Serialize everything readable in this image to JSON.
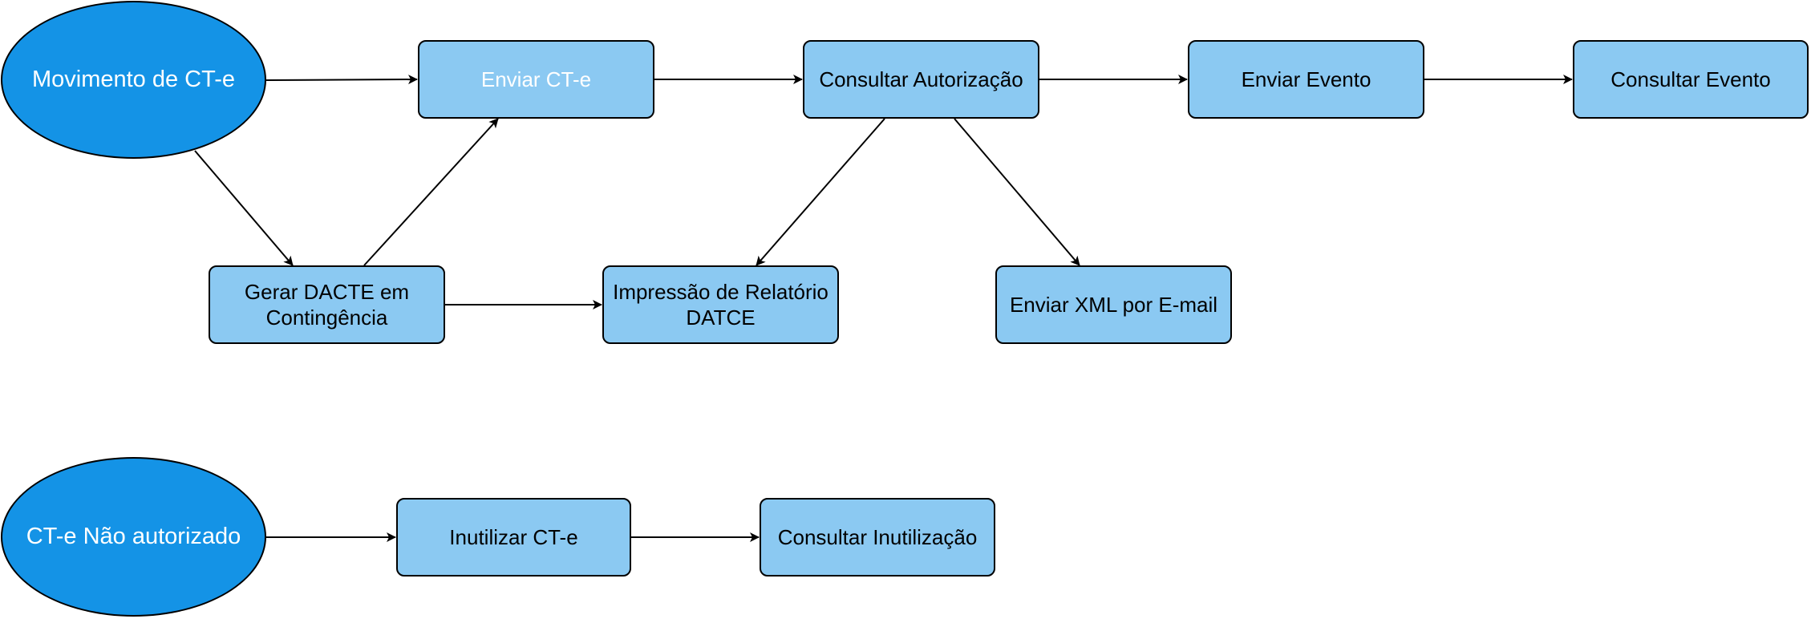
{
  "colors": {
    "start_fill": "#1493e6",
    "box_fill": "#8bc9f2",
    "line": "#000000",
    "start_text": "#ffffff",
    "highlight_text": "#ffffff",
    "box_text": "#000000"
  },
  "nodes": {
    "movimento": "Movimento de CT-e",
    "enviar_cte": "Enviar CT-e",
    "consultar_autorizacao": "Consultar Autorização",
    "enviar_evento": "Enviar Evento",
    "consultar_evento": "Consultar Evento",
    "gerar_dacte": "Gerar DACTE em\nContingência",
    "impressao_relatorio": "Impressão de Relatório\nDATCE",
    "enviar_xml": "Enviar XML por E-mail",
    "nao_autorizado": "CT-e Não autorizado",
    "inutilizar": "Inutilizar CT-e",
    "consultar_inutilizacao": "Consultar Inutilização"
  }
}
